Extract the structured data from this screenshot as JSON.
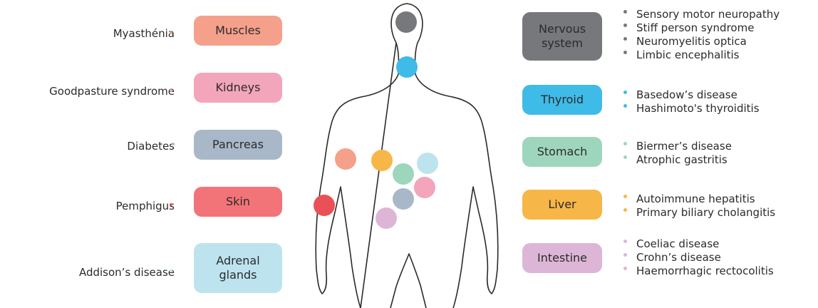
{
  "colors": {
    "muscles": "#f5a08a",
    "kidneys": "#f3a5bb",
    "pancreas": "#a8b8c9",
    "skin": "#f27479",
    "adrenal": "#bde3ef",
    "nervous": "#77787b",
    "thyroid": "#3fbbe8",
    "stomach": "#9ed6bd",
    "liver": "#f7b648",
    "intestine": "#ddb6d7",
    "skin_marker": "#ea5157"
  },
  "left": {
    "muscles": {
      "organ": "Muscles",
      "disease": "Myasthénia"
    },
    "kidneys": {
      "organ": "Kidneys",
      "disease": "Goodpasture syndrome"
    },
    "pancreas": {
      "organ": "Pancreas",
      "disease": "Diabetes"
    },
    "skin": {
      "organ": "Skin",
      "disease": "Pemphigus"
    },
    "adrenal": {
      "organ_line1": "Adrenal",
      "organ_line2": "glands",
      "disease": "Addison’s disease"
    }
  },
  "right": {
    "nervous": {
      "organ_line1": "Nervous",
      "organ_line2": "system",
      "diseases": [
        "Sensory motor neuropathy",
        "Stiff person syndrome",
        "Neuromyelitis optica",
        "Limbic encephalitis"
      ]
    },
    "thyroid": {
      "organ": "Thyroid",
      "diseases": [
        "Basedow’s disease",
        "Hashimoto's thyroiditis"
      ]
    },
    "stomach": {
      "organ": "Stomach",
      "diseases": [
        "Biermer’s disease",
        "Atrophic gastritis"
      ]
    },
    "liver": {
      "organ": "Liver",
      "diseases": [
        "Autoimmune hepatitis",
        "Primary biliary cholangitis"
      ]
    },
    "intestine": {
      "organ": "Intestine",
      "diseases": [
        "Coeliac disease",
        "Crohn’s disease",
        "Haemorrhagic rectocolitis"
      ]
    }
  }
}
